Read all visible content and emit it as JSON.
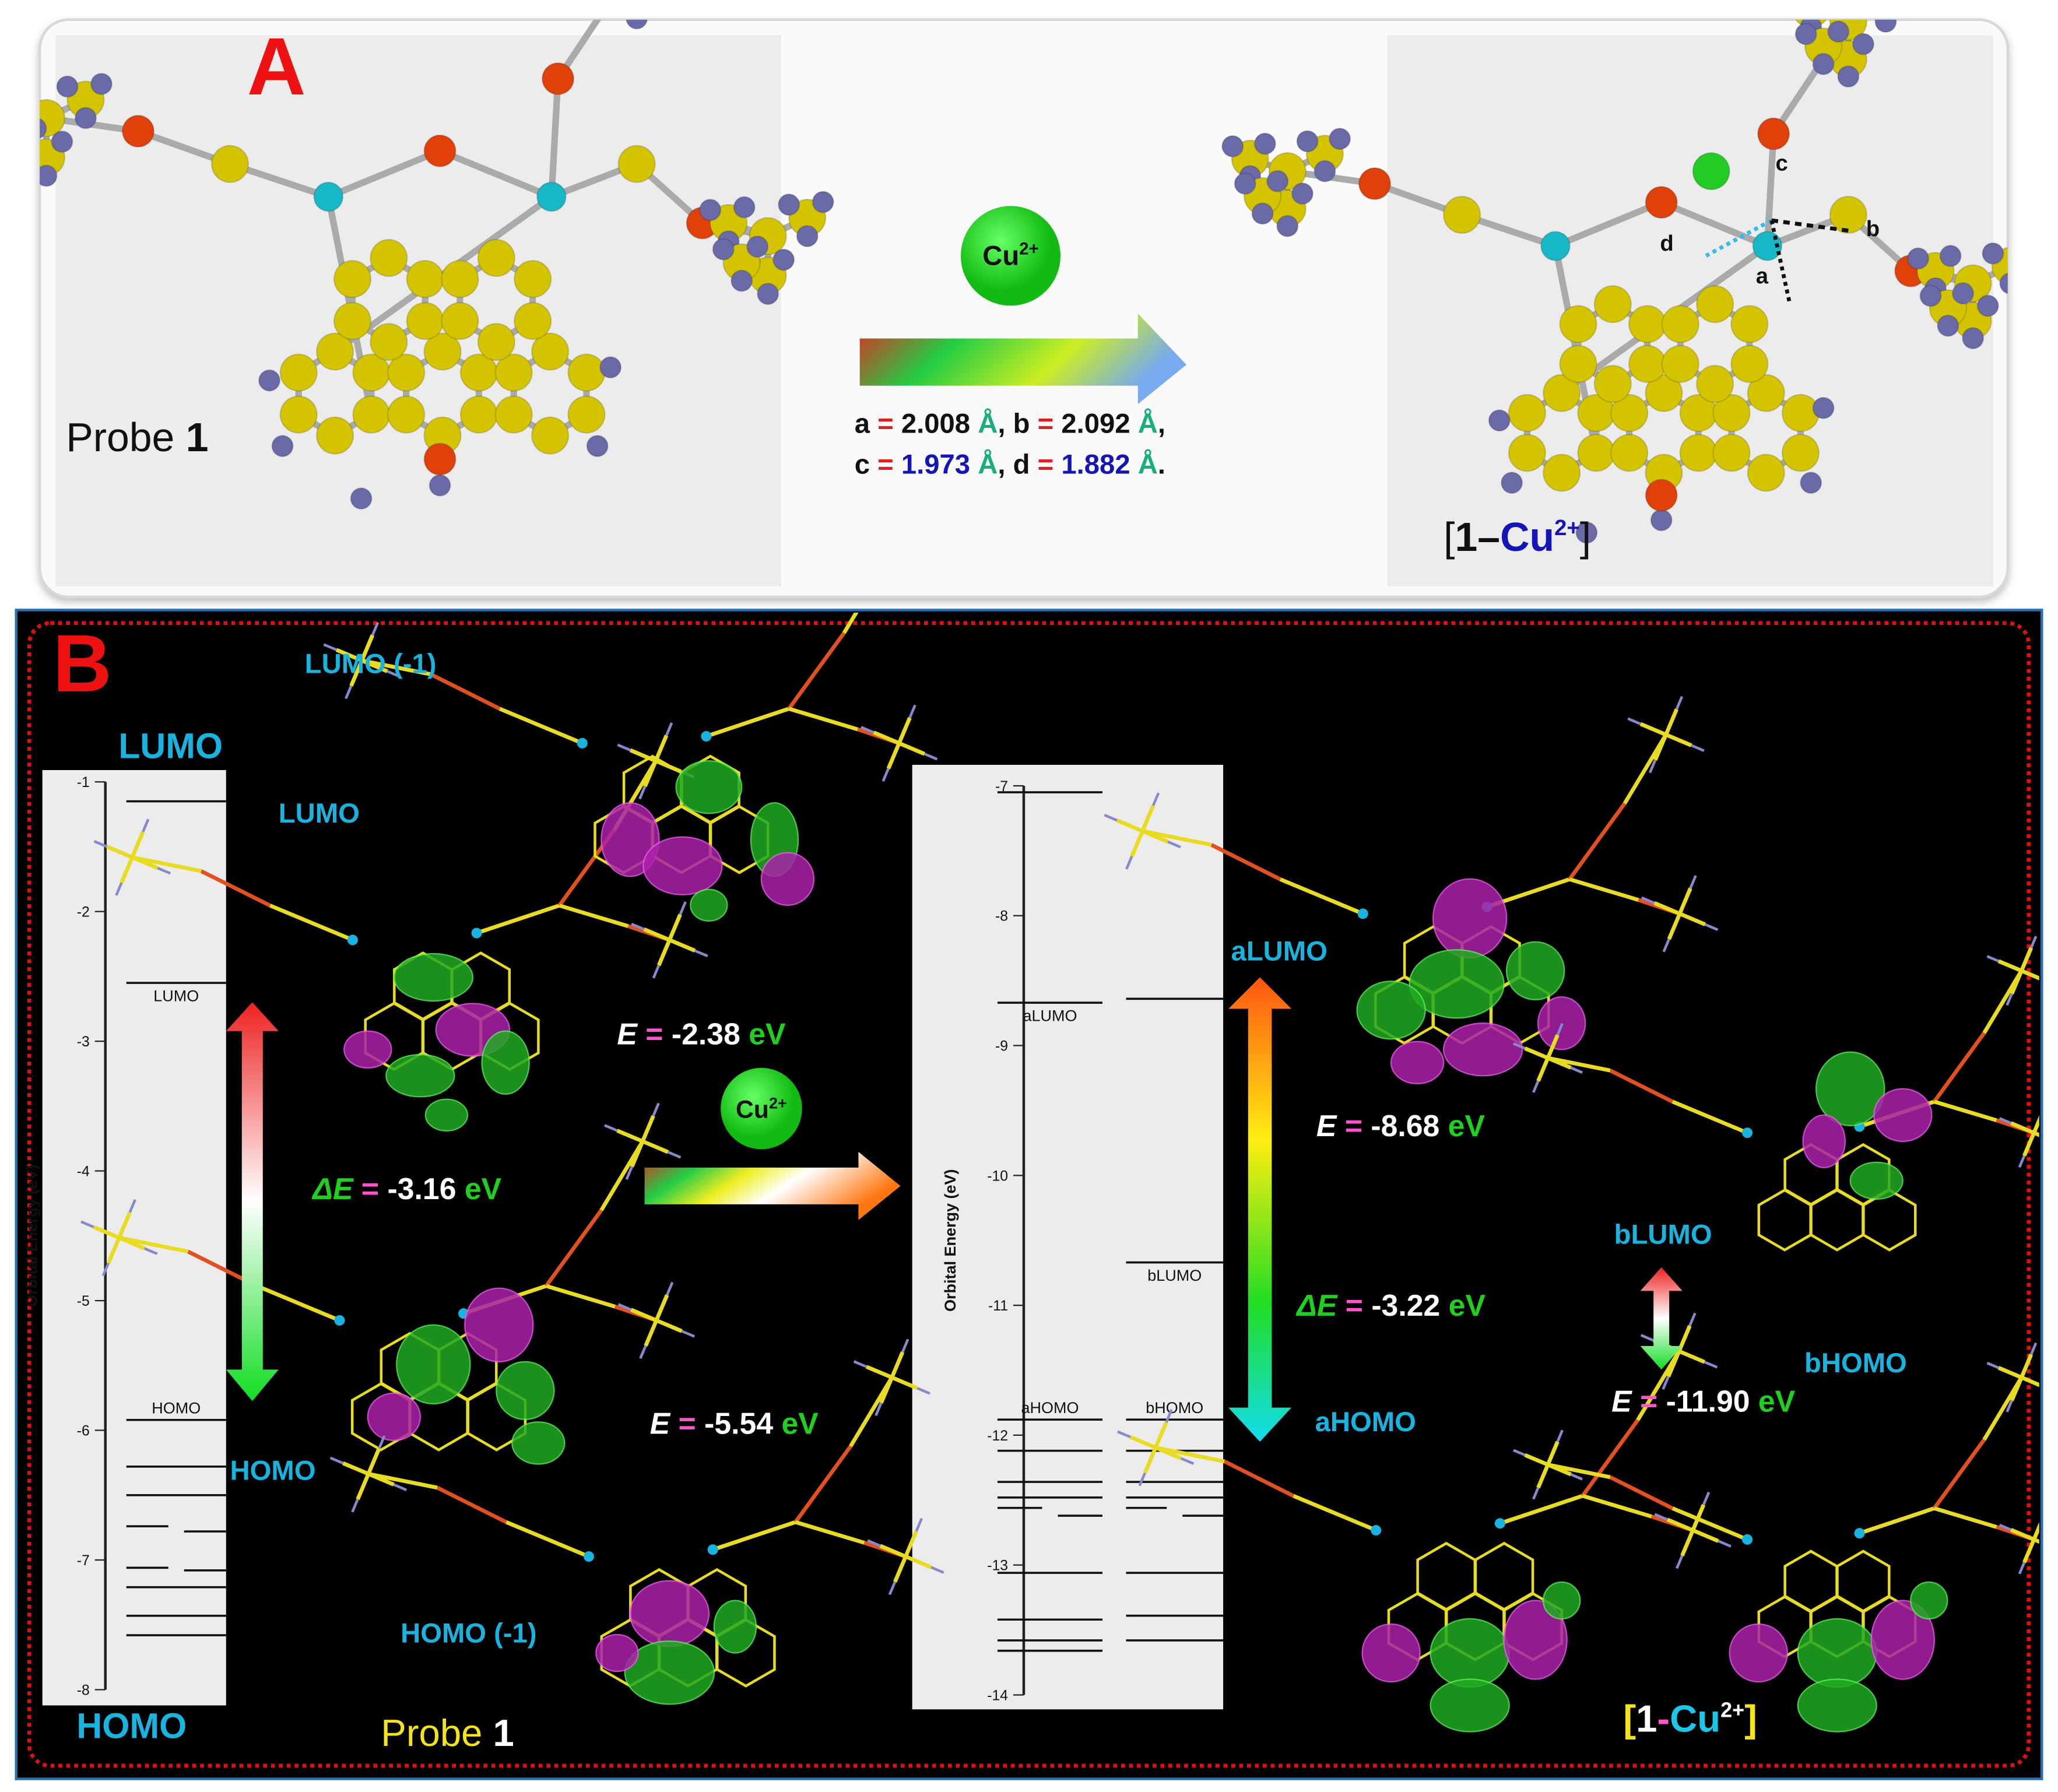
{
  "panel_a": {
    "label": "A",
    "probe_label": "Probe ",
    "probe_number": "1",
    "ion_label": "Cu",
    "ion_charge": "2+",
    "bond_line1": {
      "a_key": "a",
      "a_val": "2.008",
      "b_key": "b",
      "b_val": "2.092",
      "unit": "Å"
    },
    "bond_line2": {
      "c_key": "c",
      "c_val": "1.973",
      "d_key": "d",
      "d_val": "1.882",
      "unit": "Å"
    },
    "complex_label": {
      "open": "[",
      "one": "1",
      "dash": "–",
      "cu": "Cu",
      "charge": "2+",
      "close": "]"
    },
    "bond_letters": [
      "a",
      "b",
      "c",
      "d"
    ]
  },
  "panel_b": {
    "label": "B",
    "probe_side": {
      "lumo_minus1": "LUMO (-1)",
      "lumo_big": "LUMO",
      "lumo": "LUMO",
      "homo": "HOMO",
      "homo_minus1": "HOMO (-1)",
      "homo_big": "HOMO",
      "probe_label": "Probe ",
      "probe_number": "1",
      "e_lumo": {
        "sym": "E",
        "eq": " = ",
        "val": "-2.38",
        "unit": " eV"
      },
      "delta_e": {
        "sym": "ΔE",
        "eq": " = ",
        "val": "-3.16",
        "unit": " eV"
      },
      "e_homo": {
        "sym": "E",
        "eq": " = ",
        "val": "-5.54",
        "unit": " eV"
      }
    },
    "ion_label": "Cu",
    "ion_charge": "2+",
    "complex_side": {
      "alumo": "aLUMO",
      "ahomo": "aHOMO",
      "blumo": "bLUMO",
      "bhomo": "bHOMO",
      "e_alumo": {
        "sym": "E",
        "eq": " = ",
        "val": "-8.68",
        "unit": " eV"
      },
      "delta_e": {
        "sym": "ΔE",
        "eq": " = ",
        "val": "-3.22",
        "unit": " eV"
      },
      "e_b": {
        "sym": "E",
        "eq": " = ",
        "val": "-11.90",
        "unit": " eV"
      },
      "complex_label": {
        "open": "[",
        "one": "1",
        "dash": "-",
        "cu": "Cu",
        "charge": "2+",
        "close": "]"
      }
    }
  },
  "chart_data": [
    {
      "type": "energy-level diagram",
      "ylabel": "Orbital Energy (eV)",
      "ylim": [
        -8,
        -1
      ],
      "yticks": [
        "-1",
        "-2",
        "-3",
        "-4",
        "-5",
        "-6",
        "-7",
        "-8"
      ],
      "levels": [
        {
          "e": -1.15
        },
        {
          "e": -2.55,
          "label": "LUMO"
        },
        {
          "e": -5.92,
          "label": "HOMO"
        },
        {
          "e": -6.28
        },
        {
          "e": -6.5
        },
        {
          "e": -6.74,
          "part": "left"
        },
        {
          "e": -6.78,
          "part": "right"
        },
        {
          "e": -7.06,
          "part": "left"
        },
        {
          "e": -7.08,
          "part": "right"
        },
        {
          "e": -7.21
        },
        {
          "e": -7.43
        },
        {
          "e": -7.58
        }
      ]
    },
    {
      "type": "energy-level diagram",
      "ylabel": "Orbital Energy (eV)",
      "ylim": [
        -14,
        -7
      ],
      "yticks": [
        "-7",
        "-8",
        "-9",
        "-10",
        "-11",
        "-12",
        "-13",
        "-14"
      ],
      "alpha_levels": [
        {
          "e": -7.05
        },
        {
          "e": -8.67,
          "label": "aLUMO"
        },
        {
          "e": -11.88,
          "label": "aHOMO"
        },
        {
          "e": -12.12
        },
        {
          "e": -12.36
        },
        {
          "e": -12.48
        },
        {
          "e": -12.56,
          "part": "left"
        },
        {
          "e": -12.62,
          "part": "right"
        },
        {
          "e": -13.06
        },
        {
          "e": -13.42
        },
        {
          "e": -13.58
        },
        {
          "e": -13.66
        }
      ],
      "beta_levels": [
        {
          "e": -8.64
        },
        {
          "e": -10.67,
          "label": "bLUMO"
        },
        {
          "e": -11.88,
          "label": "bHOMO"
        },
        {
          "e": -12.12
        },
        {
          "e": -12.36
        },
        {
          "e": -12.48
        },
        {
          "e": -12.56,
          "part": "left"
        },
        {
          "e": -12.62,
          "part": "right"
        },
        {
          "e": -13.06
        },
        {
          "e": -13.39
        },
        {
          "e": -13.58
        }
      ]
    }
  ],
  "colors": {
    "accent_red": "#ee1111",
    "cyan": "#19b3e0",
    "green": "#20d020",
    "cu_green": "#22dd22",
    "bg": "#000000"
  }
}
